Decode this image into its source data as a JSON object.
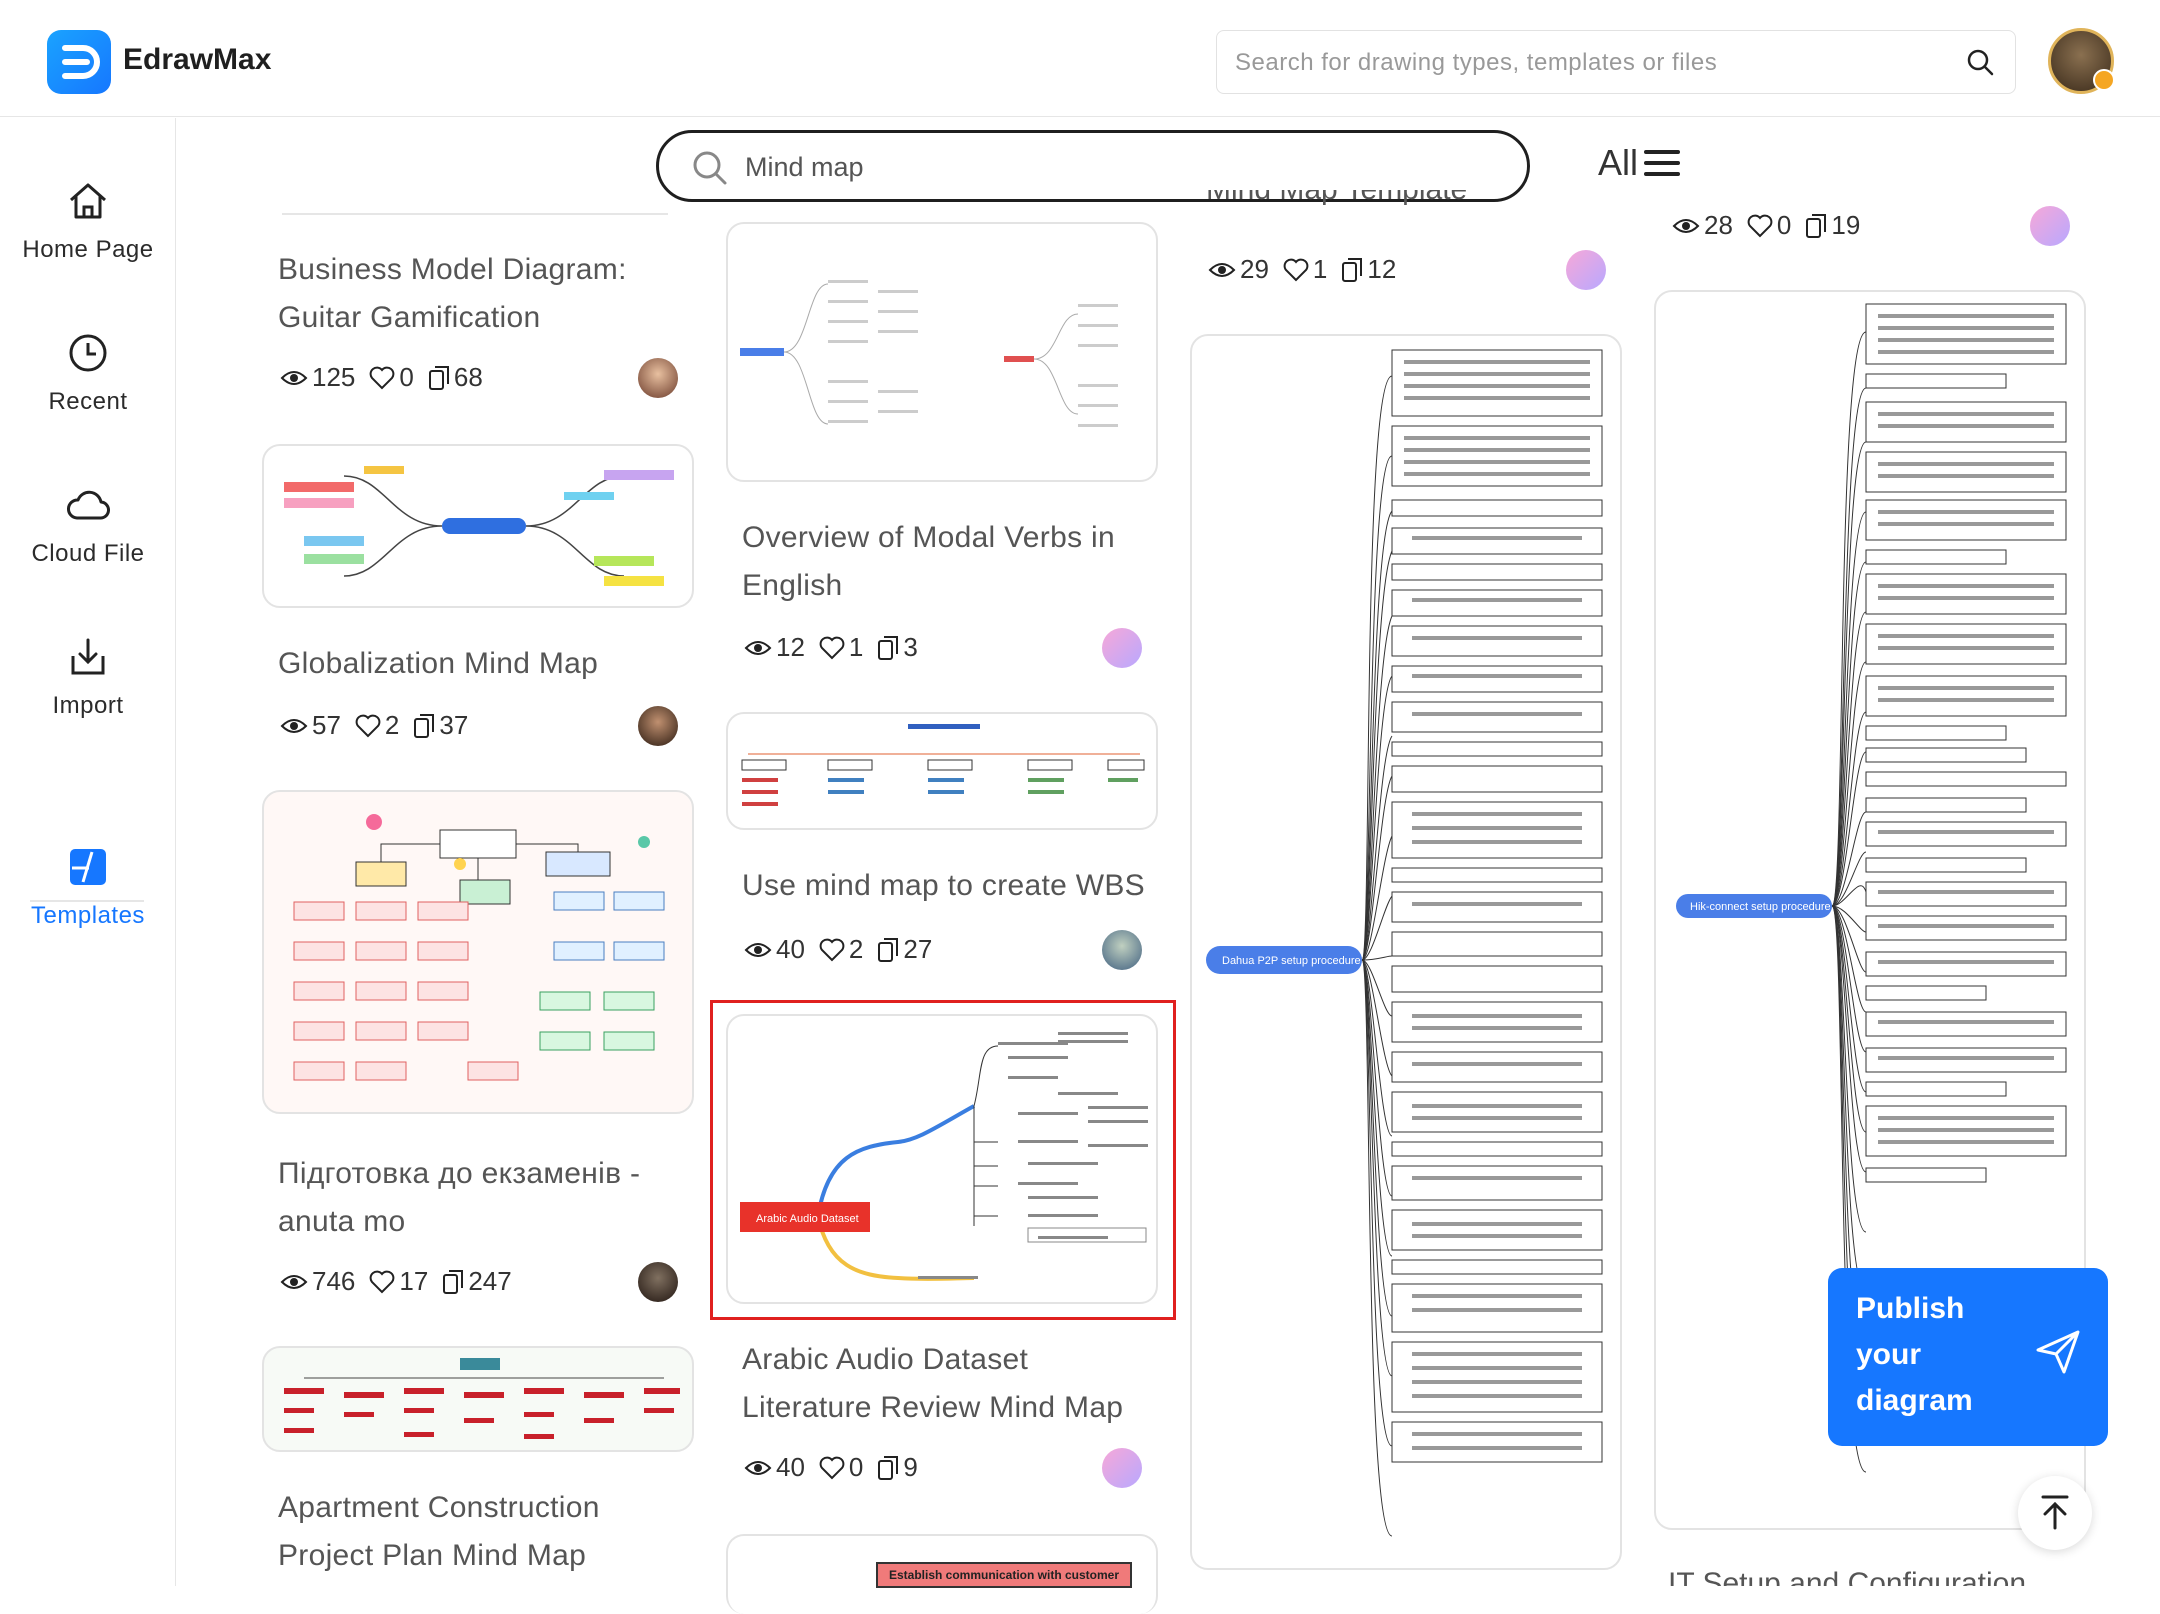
{
  "app": {
    "name": "EdrawMax"
  },
  "header": {
    "search_placeholder": "Search for drawing types, templates or files"
  },
  "sidebar": {
    "items": [
      {
        "label": "Home Page",
        "icon": "home-icon"
      },
      {
        "label": "Recent",
        "icon": "clock-icon"
      },
      {
        "label": "Cloud File",
        "icon": "cloud-icon"
      },
      {
        "label": "Import",
        "icon": "import-icon"
      },
      {
        "label": "Templates",
        "icon": "templates-icon",
        "active": true
      }
    ]
  },
  "search": {
    "query": "Mind map",
    "filter_label": "All"
  },
  "columns": {
    "col1": [
      {
        "title": "Business Model Diagram: Guitar Gamification",
        "views": "125",
        "likes": "0",
        "copies": "68"
      },
      {
        "title": "Globalization Mind Map",
        "views": "57",
        "likes": "2",
        "copies": "37"
      },
      {
        "title": "Підготовка до екзаменів - anuta mo",
        "views": "746",
        "likes": "17",
        "copies": "247"
      },
      {
        "title": "Apartment Construction Project Plan Mind Map"
      }
    ],
    "col2": [
      {
        "title": "Overview of Modal Verbs in English",
        "views": "12",
        "likes": "1",
        "copies": "3"
      },
      {
        "title": "Use mind map to create WBS",
        "views": "40",
        "likes": "2",
        "copies": "27"
      },
      {
        "title": "Arabic Audio Dataset Literature Review Mind Map",
        "views": "40",
        "likes": "0",
        "copies": "9",
        "highlighted": true,
        "thumb_root": "Arabic Audio Dataset"
      },
      {
        "thumb_label": "Establish communication with customer"
      }
    ],
    "col3": [
      {
        "title": "Mind Map Template",
        "views": "29",
        "likes": "1",
        "copies": "12"
      },
      {
        "thumb_root": "Dahua P2P setup procedure"
      }
    ],
    "col4": [
      {
        "views": "28",
        "likes": "0",
        "copies": "19"
      },
      {
        "thumb_root": "Hik-connect setup procedure"
      },
      {
        "title": "IT Setup and Configuration"
      }
    ]
  },
  "publish": {
    "line1": "Publish",
    "line2": "your",
    "line3": "diagram"
  },
  "colors": {
    "accent": "#1677ff",
    "highlight": "#e0201f"
  }
}
